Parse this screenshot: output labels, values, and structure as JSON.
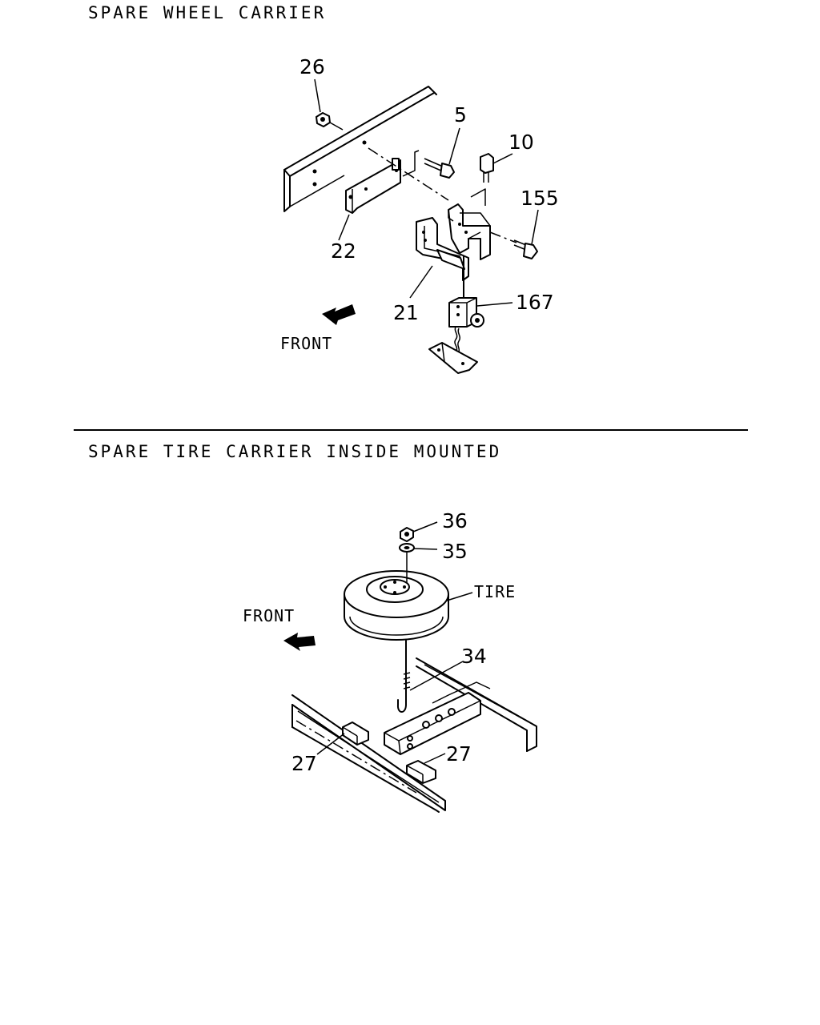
{
  "sections": {
    "top": {
      "title": "SPARE WHEEL CARRIER",
      "front_label": "FRONT",
      "callouts": {
        "c26": "26",
        "c5": "5",
        "c10": "10",
        "c155": "155",
        "c22": "22",
        "c21": "21",
        "c167": "167"
      }
    },
    "bottom": {
      "title": "SPARE TIRE CARRIER INSIDE MOUNTED",
      "front_label": "FRONT",
      "callouts": {
        "c36": "36",
        "c35": "35",
        "tire": "TIRE",
        "c34": "34",
        "c27a": "27",
        "c27b": "27"
      }
    }
  }
}
